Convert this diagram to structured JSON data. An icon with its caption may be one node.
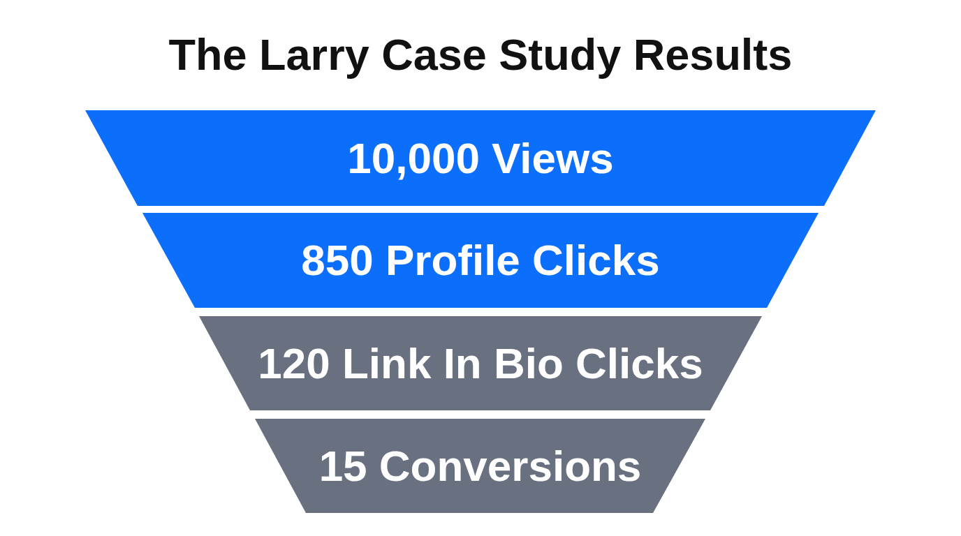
{
  "diagram": {
    "title": "The Larry Case Study Results",
    "nodes": [
      {
        "text": [
          "10,000 Views"
        ]
      },
      {
        "text": [
          "850 Profile Clicks"
        ]
      },
      {
        "text": [
          "120 Link In Bio Clicks"
        ]
      },
      {
        "text": [
          "15 Conversions"
        ]
      }
    ]
  }
}
